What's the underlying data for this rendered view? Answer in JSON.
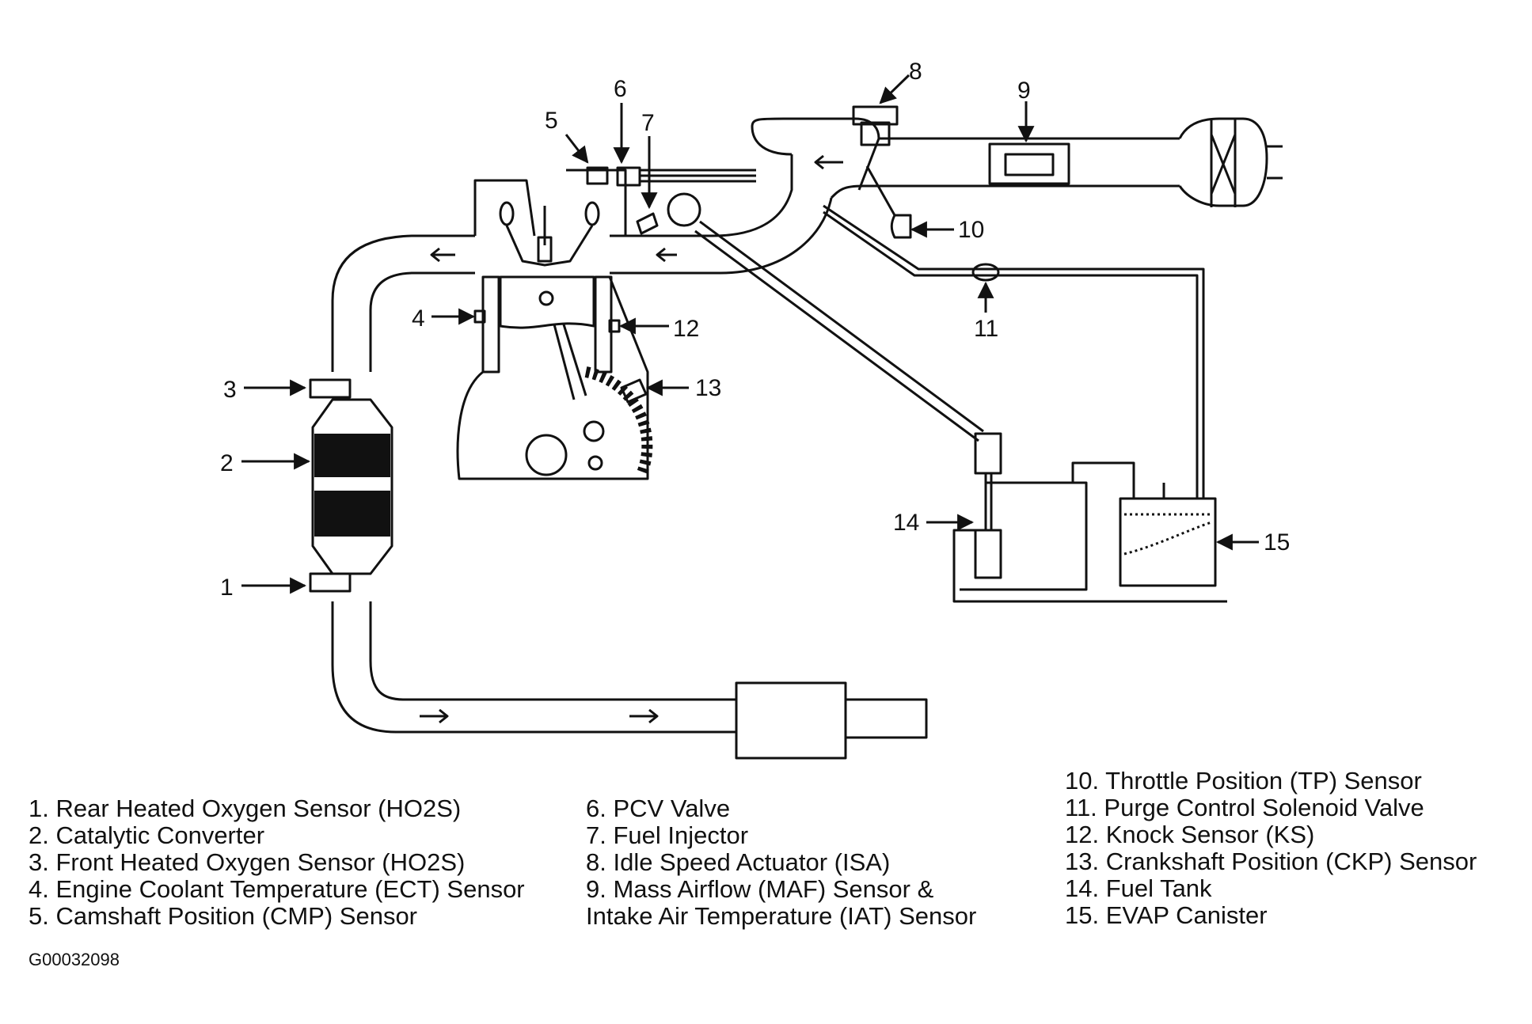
{
  "diagram": {
    "callout_numbers": [
      "1",
      "2",
      "3",
      "4",
      "5",
      "6",
      "7",
      "8",
      "9",
      "10",
      "11",
      "12",
      "13",
      "14",
      "15"
    ]
  },
  "legend": {
    "column1": [
      "1. Rear Heated Oxygen Sensor (HO2S)",
      "2. Catalytic Converter",
      "3. Front Heated Oxygen Sensor (HO2S)",
      "4. Engine Coolant Temperature (ECT) Sensor",
      "5. Camshaft Position (CMP) Sensor"
    ],
    "column2": [
      "6. PCV Valve",
      "7. Fuel Injector",
      "8. Idle Speed Actuator (ISA)",
      "9. Mass Airflow (MAF) Sensor &",
      "Intake Air Temperature (IAT) Sensor"
    ],
    "column3": [
      "10. Throttle Position (TP) Sensor",
      "11. Purge Control Solenoid Valve",
      "12. Knock Sensor (KS)",
      "13. Crankshaft Position (CKP) Sensor",
      "14. Fuel Tank",
      "15. EVAP Canister"
    ]
  },
  "figure_id": "G00032098"
}
